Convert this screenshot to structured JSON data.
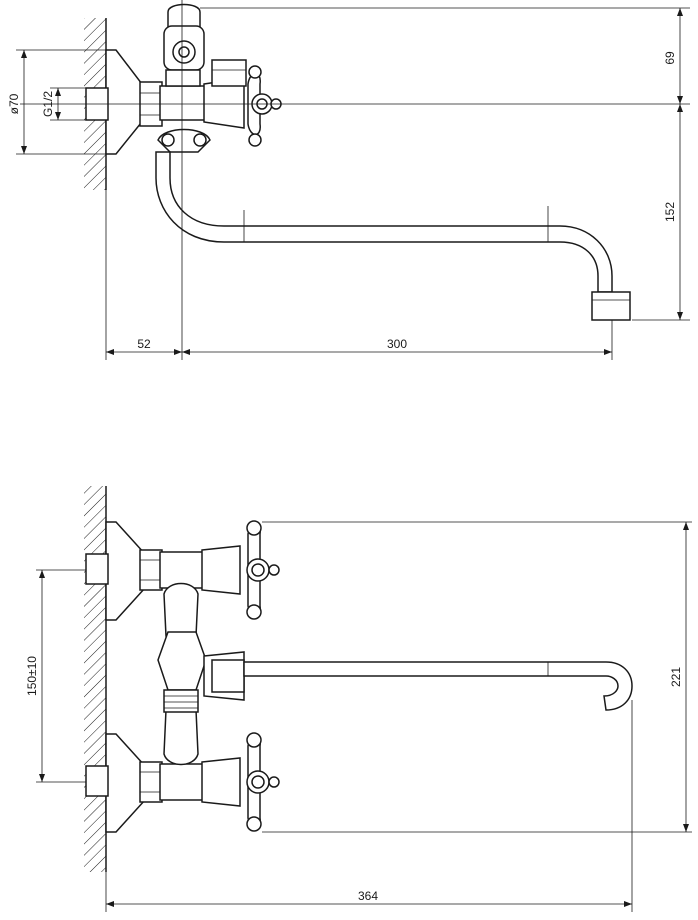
{
  "top_view": {
    "dims": {
      "diameter": "ø70",
      "thread": "G1/2",
      "height_top": "69",
      "height_spout": "152",
      "offset_wall": "52",
      "spout_length": "300"
    }
  },
  "bottom_view": {
    "dims": {
      "center_distance": "150±10",
      "total_height": "221",
      "total_length": "364"
    }
  }
}
